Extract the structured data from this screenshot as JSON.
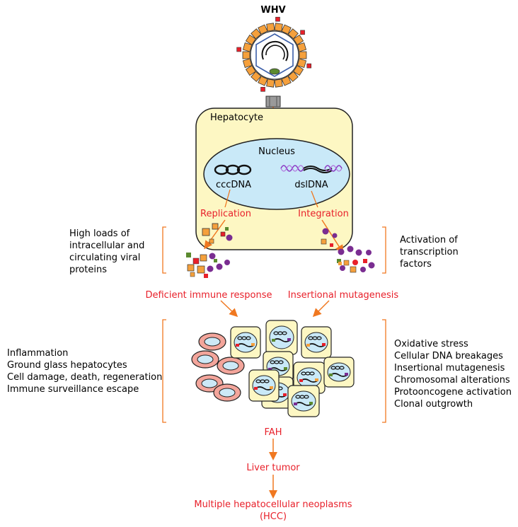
{
  "title": "WHV",
  "hepatocyte": "Hepatocyte",
  "nucleus": "Nucleus",
  "ccc": "cccDNA",
  "dsl": "dslDNA",
  "replication": "Replication",
  "integration": "Integration",
  "left_note": [
    "High loads of",
    "intracellular and",
    "circulating viral",
    "proteins"
  ],
  "right_note": [
    "Activation of",
    "transcription",
    "factors"
  ],
  "deficient": "Deficient immune response",
  "insertional": "Insertional mutagenesis",
  "left_list": [
    "Inflammation",
    "Ground glass hepatocytes",
    "Cell damage, death, regeneration",
    "Immune surveillance escape"
  ],
  "right_list": [
    "Oxidative stress",
    "Cellular DNA breakages",
    "Insertional mutagenesis",
    "Chromosomal alterations",
    "Protooncogene activation",
    "Clonal outgrowth"
  ],
  "fah": "FAH",
  "liver_tumor": "Liver tumor",
  "final": [
    "Multiple hepatocellular neoplasms",
    "(HCC)"
  ],
  "colors": {
    "arrow": "#f07820",
    "red_text": "#e8202a",
    "cell_fill": "#fdf7c3",
    "nucleus_fill": "#c9e9f8",
    "virion_orange": "#f5a03c",
    "rbc_fill": "#f3a59b",
    "purple": "#7a2d91"
  }
}
